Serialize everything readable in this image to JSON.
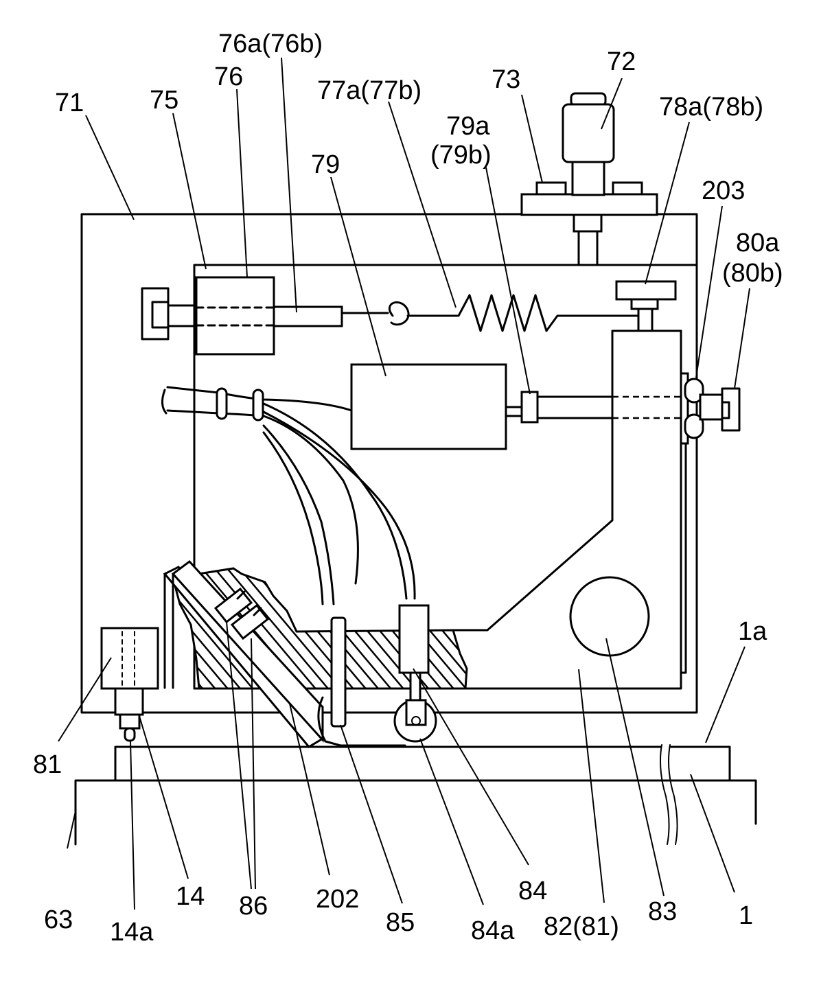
{
  "figure": {
    "labels": {
      "l71": "71",
      "l75": "75",
      "l76": "76",
      "l76a": "76a(76b)",
      "l77a": "77a(77b)",
      "l79": "79",
      "l79a_1": "79a",
      "l79a_2": "(79b)",
      "l73": "73",
      "l72": "72",
      "l78a": "78a(78b)",
      "l203": "203",
      "l80a_1": "80a",
      "l80a_2": "(80b)",
      "l1a": "1a",
      "l81": "81",
      "l63": "63",
      "l14a": "14a",
      "l14": "14",
      "l86": "86",
      "l202": "202",
      "l85": "85",
      "l84a": "84a",
      "l84": "84",
      "l82": "82(81)",
      "l83": "83",
      "l1": "1"
    }
  }
}
